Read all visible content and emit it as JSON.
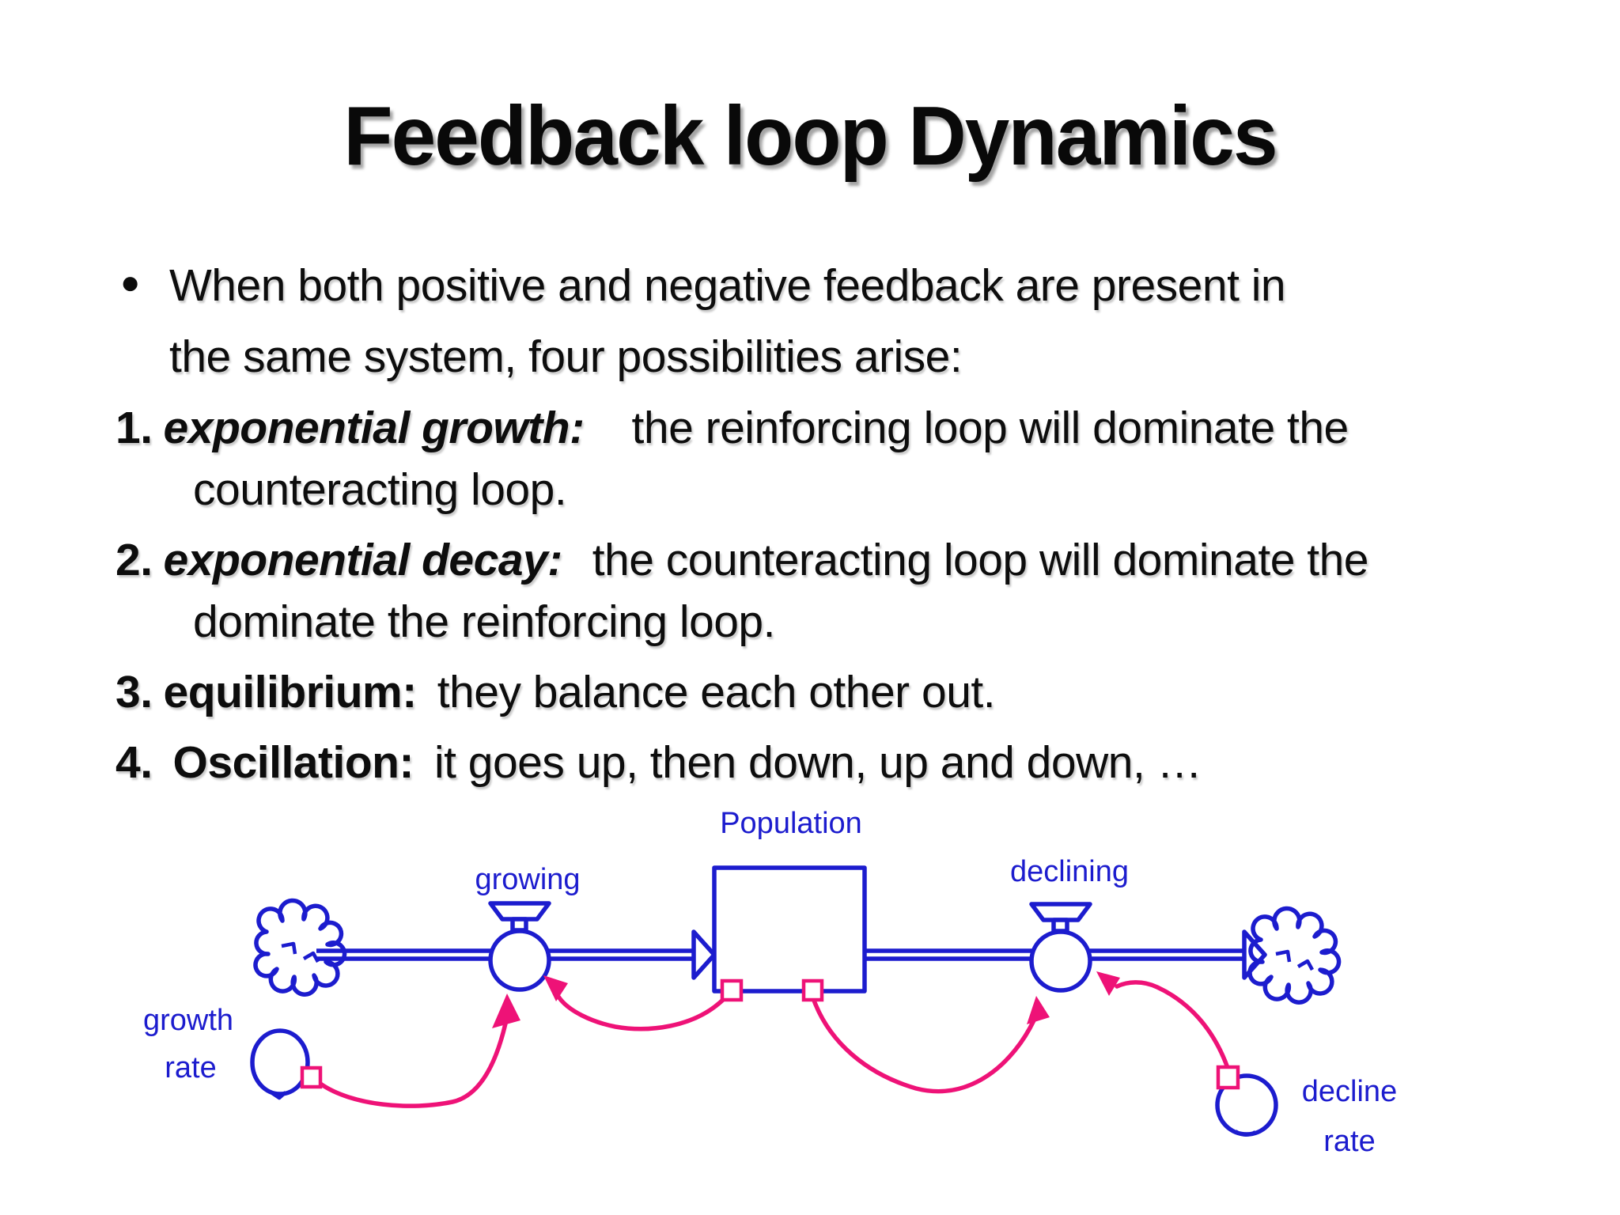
{
  "slide": {
    "title": "Feedback loop Dynamics"
  },
  "bullet": {
    "glyph": "●",
    "line1": "When both positive and negative feedback are present in",
    "line2": "the same system, four possibilities arise:"
  },
  "items": [
    {
      "num": "1.",
      "lead": "exponential growth:",
      "rest": "the reinforcing loop will dominate the",
      "line2": "counteracting loop."
    },
    {
      "num": "2.",
      "lead": "exponential decay:",
      "rest": "the counteracting loop will dominate the",
      "line2": "dominate the reinforcing loop."
    },
    {
      "num": "3.",
      "lead": "equilibrium:",
      "rest": "they balance each other out."
    },
    {
      "num": "4.",
      "lead": "Oscillation:",
      "rest": "it goes up, then down, up and down, …"
    }
  ],
  "diagram": {
    "stock_label": "Population",
    "inflow_label": "growing",
    "outflow_label": "declining",
    "growth_rate_line1": "growth",
    "growth_rate_line2": "rate",
    "decline_rate_line1": "decline",
    "decline_rate_line2": "rate",
    "blue": "#1C1CCE",
    "pink": "#EE1277"
  }
}
